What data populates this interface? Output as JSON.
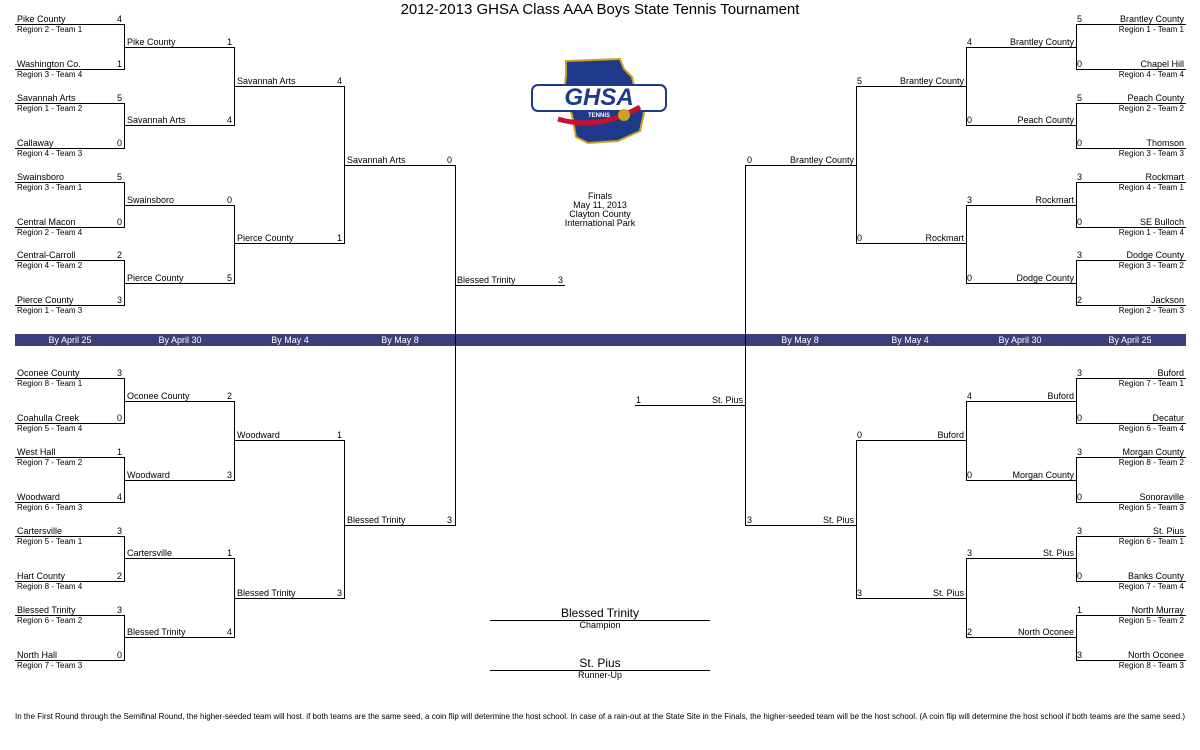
{
  "title": "2012-2013 GHSA Class AAA Boys State Tennis Tournament",
  "logo": {
    "text": "GHSA",
    "subtext": "TENNIS",
    "colors": {
      "blue": "#1f3a8a",
      "red": "#c8102e",
      "gold": "#c9a227"
    }
  },
  "finals": {
    "line1": "Finals",
    "line2": "May 11, 2013",
    "line3": "Clayton County",
    "line4": "International Park"
  },
  "round_labels": [
    "By April 25",
    "By April 30",
    "By May 4",
    "By May 8",
    "By May 8",
    "By May 4",
    "By April 30",
    "By April 25"
  ],
  "first_round": {
    "left": [
      {
        "name": "Pike County",
        "seed": "Region 2 - Team 1",
        "score": "4"
      },
      {
        "name": "Washington Co.",
        "seed": "Region 3 - Team 4",
        "score": "1"
      },
      {
        "name": "Savannah Arts",
        "seed": "Region 1 - Team 2",
        "score": "5"
      },
      {
        "name": "Callaway",
        "seed": "Region 4 - Team 3",
        "score": "0"
      },
      {
        "name": "Swainsboro",
        "seed": "Region 3 - Team 1",
        "score": "5"
      },
      {
        "name": "Central Macon",
        "seed": "Region 2 - Team 4",
        "score": "0"
      },
      {
        "name": "Central-Carroll",
        "seed": "Region 4 - Team 2",
        "score": "2"
      },
      {
        "name": "Pierce County",
        "seed": "Region 1 - Team 3",
        "score": "3"
      },
      {
        "name": "Oconee County",
        "seed": "Region 8 - Team 1",
        "score": "3"
      },
      {
        "name": "Coahulla Creek",
        "seed": "Region 5 - Team 4",
        "score": "0"
      },
      {
        "name": "West Hall",
        "seed": "Region 7 - Team 2",
        "score": "1"
      },
      {
        "name": "Woodward",
        "seed": "Region 6 - Team 3",
        "score": "4"
      },
      {
        "name": "Cartersville",
        "seed": "Region 5 - Team 1",
        "score": "3"
      },
      {
        "name": "Hart County",
        "seed": "Region 8 - Team 4",
        "score": "2"
      },
      {
        "name": "Blessed Trinity",
        "seed": "Region 6 - Team 2",
        "score": "3"
      },
      {
        "name": "North Hall",
        "seed": "Region 7 - Team 3",
        "score": "0"
      }
    ],
    "right": [
      {
        "name": "Brantley County",
        "seed": "Region 1 - Team 1",
        "score": "5"
      },
      {
        "name": "Chapel Hill",
        "seed": "Region 4 - Team 4",
        "score": "0"
      },
      {
        "name": "Peach County",
        "seed": "Region 2 - Team 2",
        "score": "5"
      },
      {
        "name": "Thomson",
        "seed": "Region 3 - Team 3",
        "score": "0"
      },
      {
        "name": "Rockmart",
        "seed": "Region 4 - Team 1",
        "score": "3"
      },
      {
        "name": "SE Bulloch",
        "seed": "Region 1 - Team 4",
        "score": "0"
      },
      {
        "name": "Dodge County",
        "seed": "Region 3 - Team 2",
        "score": "3"
      },
      {
        "name": "Jackson",
        "seed": "Region 2 - Team 3",
        "score": "2"
      },
      {
        "name": "Buford",
        "seed": "Region 7 - Team 1",
        "score": "3"
      },
      {
        "name": "Decatur",
        "seed": "Region 6 - Team 4",
        "score": "0"
      },
      {
        "name": "Morgan County",
        "seed": "Region 8 - Team 2",
        "score": "3"
      },
      {
        "name": "Sonoraville",
        "seed": "Region 5 - Team 3",
        "score": "0"
      },
      {
        "name": "St. Pius",
        "seed": "Region 6 - Team 1",
        "score": "3"
      },
      {
        "name": "Banks County",
        "seed": "Region 7 - Team 4",
        "score": "0"
      },
      {
        "name": "North Murray",
        "seed": "Region 5 - Team 2",
        "score": "1"
      },
      {
        "name": "North Oconee",
        "seed": "Region 8 - Team 3",
        "score": "3"
      }
    ]
  },
  "second_round": {
    "left": [
      {
        "name": "Pike County",
        "score": "1"
      },
      {
        "name": "Savannah Arts",
        "score": "4"
      },
      {
        "name": "Swainsboro",
        "score": "0"
      },
      {
        "name": "Pierce County",
        "score": "5"
      },
      {
        "name": "Oconee County",
        "score": "2"
      },
      {
        "name": "Woodward",
        "score": "3"
      },
      {
        "name": "Cartersville",
        "score": "1"
      },
      {
        "name": "Blessed Trinity",
        "score": "4"
      }
    ],
    "right": [
      {
        "name": "Brantley County",
        "score": "4"
      },
      {
        "name": "Peach County",
        "score": "0"
      },
      {
        "name": "Rockmart",
        "score": "3"
      },
      {
        "name": "Dodge County",
        "score": "0"
      },
      {
        "name": "Buford",
        "score": "4"
      },
      {
        "name": "Morgan County",
        "score": "0"
      },
      {
        "name": "St. Pius",
        "score": "3"
      },
      {
        "name": "North Oconee",
        "score": "2"
      }
    ]
  },
  "quarterfinals": {
    "left": [
      {
        "name": "Savannah Arts",
        "score": "4"
      },
      {
        "name": "Pierce County",
        "score": "1"
      },
      {
        "name": "Woodward",
        "score": "1"
      },
      {
        "name": "Blessed Trinity",
        "score": "3"
      }
    ],
    "right": [
      {
        "name": "Brantley County",
        "score": "5"
      },
      {
        "name": "Rockmart",
        "score": "0"
      },
      {
        "name": "Buford",
        "score": "0"
      },
      {
        "name": "St. Pius",
        "score": "3"
      }
    ]
  },
  "semifinals": {
    "left": [
      {
        "name": "Savannah Arts",
        "score": "0"
      },
      {
        "name": "Blessed Trinity",
        "score": "3"
      }
    ],
    "right": [
      {
        "name": "Brantley County",
        "score": "0"
      },
      {
        "name": "St. Pius",
        "score": "3"
      }
    ]
  },
  "finalists": {
    "left": {
      "name": "Blessed Trinity",
      "score": "3"
    },
    "right": {
      "name": "St. Pius",
      "score": "1"
    }
  },
  "champion": {
    "name": "Blessed Trinity",
    "label": "Champion"
  },
  "runner_up": {
    "name": "St. Pius",
    "label": "Runner-Up"
  },
  "footnote": "In the First Round through the Semifinal Round, the higher-seeded team will host.  if both teams are the same seed, a coin flip will determine the host school.  In case of a rain-out at the State Site in the Finals, the higher-seeded team will be the host school. (A coin flip will determine the host school if both teams are the same seed.)"
}
